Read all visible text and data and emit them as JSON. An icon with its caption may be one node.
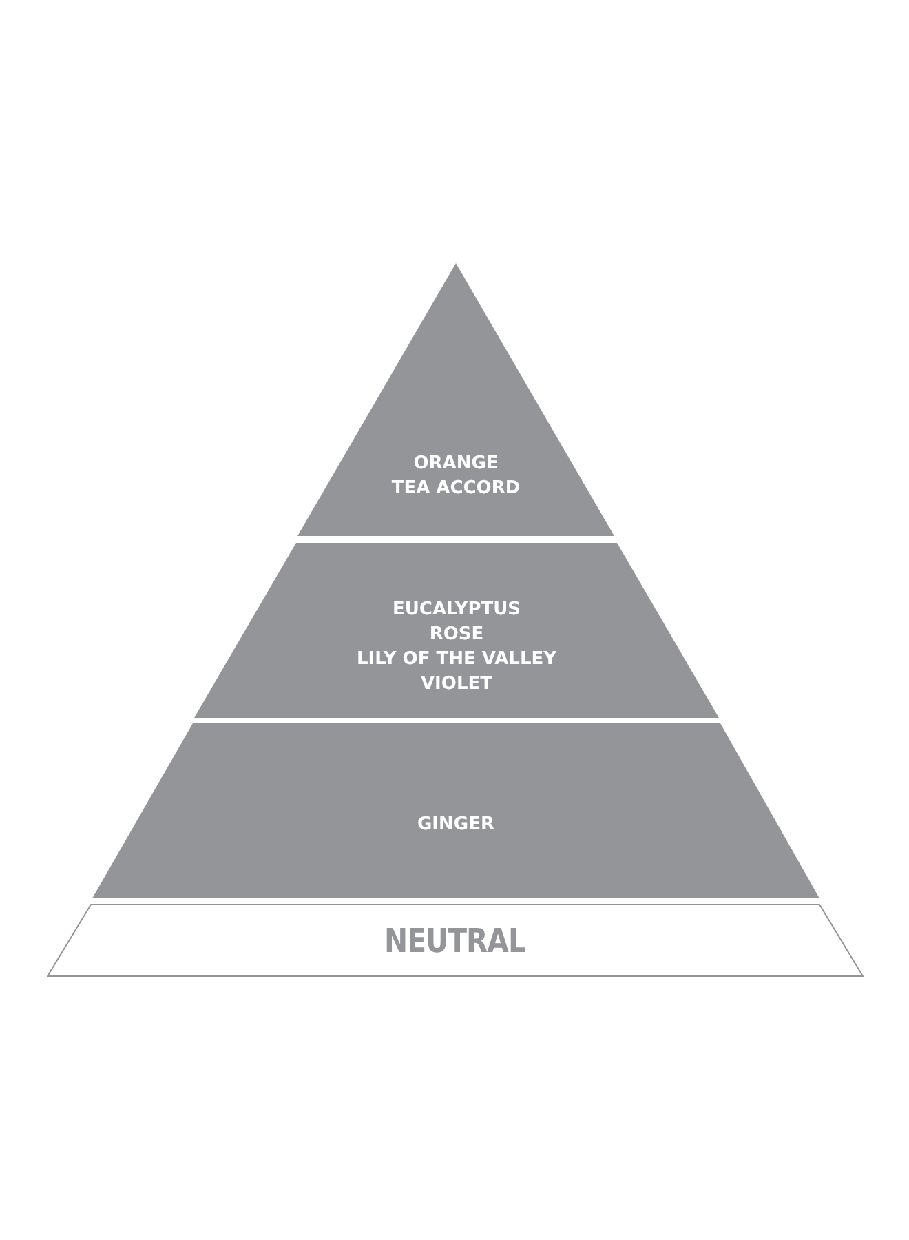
{
  "diagram": {
    "nodes": [
      {
        "text": [
          "ORANGE",
          "TEA ACCORD"
        ]
      },
      {
        "text": [
          "EUCALYPTUS",
          "ROSE",
          "LILY OF THE VALLEY",
          "VIOLET"
        ]
      },
      {
        "text": [
          "GINGER"
        ]
      },
      {
        "text": [
          "NEUTRAL"
        ]
      }
    ]
  }
}
